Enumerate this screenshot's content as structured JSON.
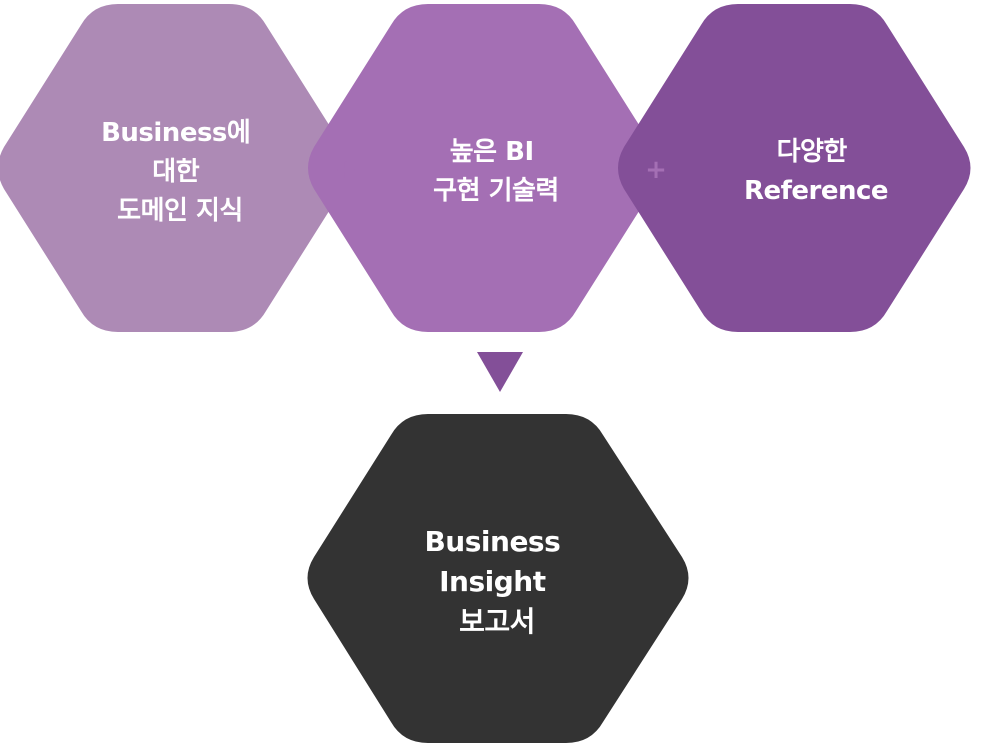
{
  "diagram": {
    "inputs": [
      {
        "lines": [
          "Business에",
          "대한",
          "도메인 지식"
        ],
        "color": "#ad8ab5"
      },
      {
        "lines": [
          "높은 BI",
          "구현 기술력"
        ],
        "color": "#a46fb4"
      },
      {
        "lines": [
          "다양한",
          "Reference"
        ],
        "color": "#834f98"
      }
    ],
    "connector_symbol": "+",
    "connector_color": "#a46fb4",
    "arrow_color": "#834f98",
    "result": {
      "lines": [
        "Business",
        "Insight",
        "보고서"
      ],
      "color": "#333333"
    }
  }
}
